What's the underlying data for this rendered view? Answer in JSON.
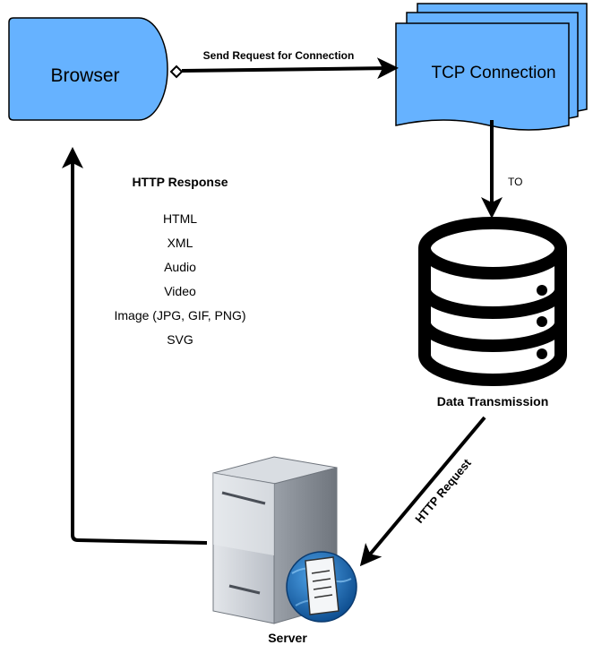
{
  "nodes": {
    "browser": "Browser",
    "tcp": "TCP Connection",
    "database": "Data Transmission",
    "server": "Server"
  },
  "edges": {
    "send_request": "Send Request for Connection",
    "to": "TO",
    "http_request": "HTTP Request"
  },
  "response": {
    "title": "HTTP Response",
    "items": [
      "HTML",
      "XML",
      "Audio",
      "Video",
      "Image (JPG, GIF, PNG)",
      "SVG"
    ]
  },
  "colors": {
    "shape_fill": "#66B2FF",
    "shape_stroke": "#000000",
    "db_fill": "#ffffff",
    "server_light": "#c7cbd1",
    "server_dark": "#8a9099",
    "globe": "#1f6fb5"
  }
}
